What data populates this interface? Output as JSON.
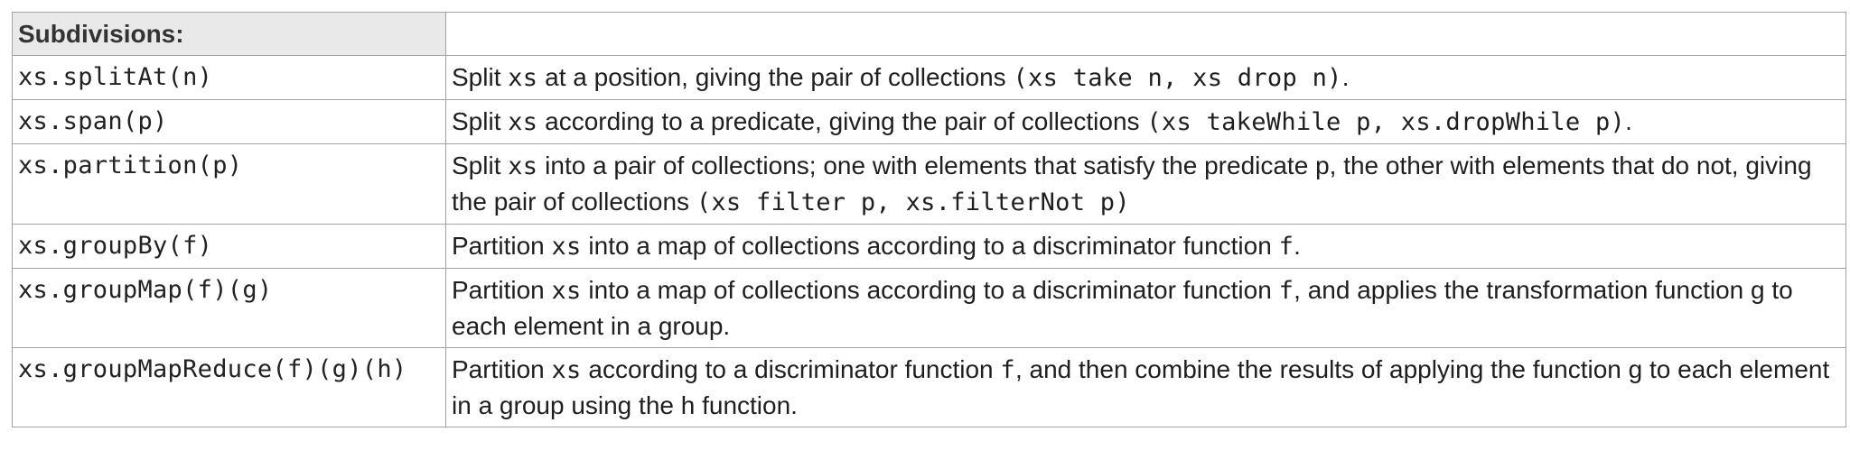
{
  "table": {
    "header": "Subdivisions:",
    "rows": [
      {
        "method": "xs.splitAt(n)",
        "desc": [
          {
            "t": "Split ",
            "code": false
          },
          {
            "t": "xs",
            "code": true
          },
          {
            "t": " at a position, giving the pair of collections ",
            "code": false
          },
          {
            "t": "(xs take n, xs drop n)",
            "code": true
          },
          {
            "t": ".",
            "code": false
          }
        ]
      },
      {
        "method": "xs.span(p)",
        "desc": [
          {
            "t": "Split ",
            "code": false
          },
          {
            "t": "xs",
            "code": true
          },
          {
            "t": " according to a predicate, giving the pair of collections ",
            "code": false
          },
          {
            "t": "(xs takeWhile p, xs.dropWhile p)",
            "code": true
          },
          {
            "t": ".",
            "code": false
          }
        ]
      },
      {
        "method": "xs.partition(p)",
        "desc": [
          {
            "t": "Split ",
            "code": false
          },
          {
            "t": "xs",
            "code": true
          },
          {
            "t": " into a pair of collections; one with elements that satisfy the predicate ",
            "code": false
          },
          {
            "t": "p",
            "code": false
          },
          {
            "t": ", the other with elements that do not, giving the pair of collections ",
            "code": false
          },
          {
            "t": "(xs filter p, xs.filterNot p)",
            "code": true
          }
        ]
      },
      {
        "method": "xs.groupBy(f)",
        "desc": [
          {
            "t": "Partition ",
            "code": false
          },
          {
            "t": "xs",
            "code": true
          },
          {
            "t": " into a map of collections according to a discriminator function ",
            "code": false
          },
          {
            "t": "f",
            "code": true
          },
          {
            "t": ".",
            "code": false
          }
        ]
      },
      {
        "method": "xs.groupMap(f)(g)",
        "desc": [
          {
            "t": "Partition ",
            "code": false
          },
          {
            "t": "xs",
            "code": true
          },
          {
            "t": " into a map of collections according to a discriminator function ",
            "code": false
          },
          {
            "t": "f",
            "code": true
          },
          {
            "t": ", and applies the transformation function ",
            "code": false
          },
          {
            "t": "g",
            "code": false
          },
          {
            "t": " to each element in a group.",
            "code": false
          }
        ]
      },
      {
        "method": "xs.groupMapReduce(f)(g)(h)",
        "desc": [
          {
            "t": "Partition ",
            "code": false
          },
          {
            "t": "xs",
            "code": true
          },
          {
            "t": " according to a discriminator function ",
            "code": false
          },
          {
            "t": "f",
            "code": true
          },
          {
            "t": ", and then combine the results of applying the function ",
            "code": false
          },
          {
            "t": "g",
            "code": false
          },
          {
            "t": " to each element in a group using the ",
            "code": false
          },
          {
            "t": "h",
            "code": false
          },
          {
            "t": " function.",
            "code": false
          }
        ]
      }
    ]
  }
}
